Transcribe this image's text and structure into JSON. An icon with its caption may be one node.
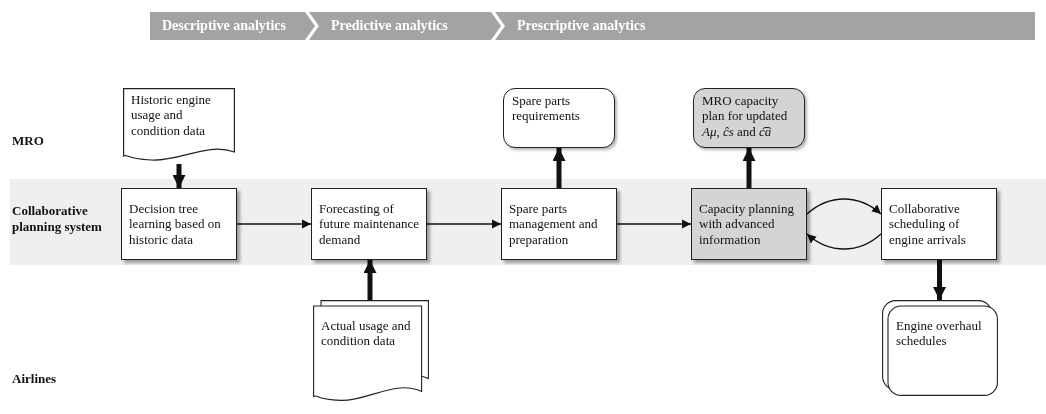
{
  "diagram": {
    "nodes": [
      {
        "text": [
          "Descriptive analytics"
        ]
      },
      {
        "text": [
          "Predictive analytics"
        ]
      },
      {
        "text": [
          "Prescriptive analytics"
        ]
      },
      {
        "text": [
          "Historic engine usage and condition data"
        ]
      },
      {
        "text": [
          "Spare parts requirements"
        ]
      },
      {
        "text": [
          "MRO capacity plan for updated *Aμ*, *ĉs* and *c͡a*"
        ]
      },
      {
        "text": [
          "Collaborative planning system"
        ]
      },
      {
        "text": [
          "Decision tree learning based on historic data"
        ],
        "in": 6
      },
      {
        "text": [
          "Forecasting of future maintenance demand"
        ],
        "in": 6
      },
      {
        "text": [
          "Spare parts management and preparation"
        ],
        "in": 6
      },
      {
        "text": [
          "Capacity planning with advanced information"
        ],
        "in": 6
      },
      {
        "text": [
          "Collaborative scheduling of engine arrivals"
        ],
        "in": 6
      },
      {
        "text": [
          "Actual usage and condition data"
        ]
      },
      {
        "text": [
          "Engine overhaul schedules"
        ]
      }
    ],
    "edges": [
      {
        "from": 3,
        "to": 7,
        "arrow": "to",
        "style": "thick"
      },
      {
        "from": 7,
        "to": 8,
        "arrow": "to"
      },
      {
        "from": 8,
        "to": 9,
        "arrow": "to"
      },
      {
        "from": 9,
        "to": 10,
        "arrow": "to"
      },
      {
        "from": 10,
        "to": 11,
        "arrow": "to"
      },
      {
        "from": 11,
        "to": 10,
        "arrow": "to"
      },
      {
        "from": 12,
        "to": 8,
        "arrow": "to",
        "style": "thick"
      },
      {
        "from": 9,
        "to": 4,
        "arrow": "to",
        "style": "thick"
      },
      {
        "from": 10,
        "to": 5,
        "arrow": "to",
        "style": "thick"
      },
      {
        "from": 11,
        "to": 13,
        "arrow": "to",
        "style": "thick"
      }
    ],
    "labels": [
      "MRO",
      "Airlines"
    ]
  }
}
